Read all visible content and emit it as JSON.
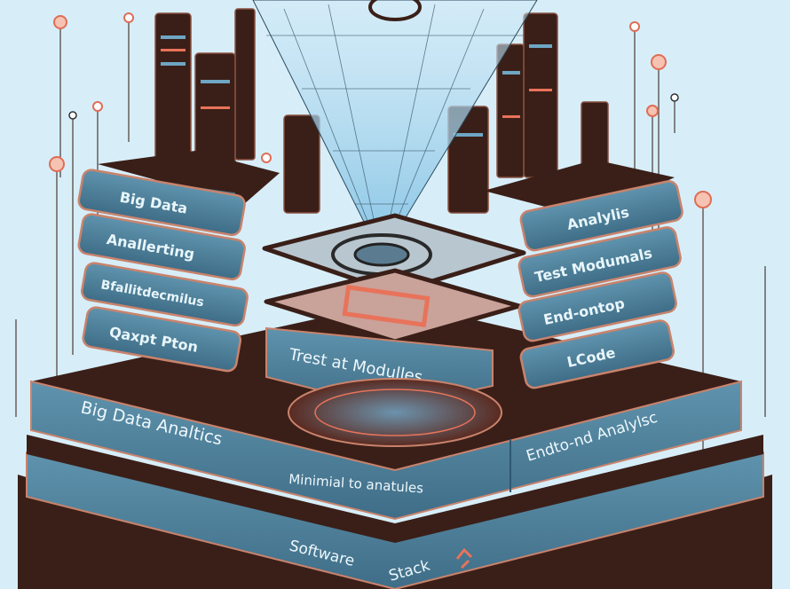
{
  "illustration": {
    "left_panels": [
      "Big Data",
      "Anallerting",
      "Bfallitdecmilus",
      "Qaxpt Pton"
    ],
    "right_panels": [
      "Analylis",
      "Test Modumals",
      "End-ontop",
      "LCode"
    ],
    "center_panel": "Trest at Modulles",
    "base_upper": {
      "left": "Big Data Analtics",
      "center": "Minimial to anatules",
      "right": "Endto-nd Analylsc"
    },
    "base_lower": {
      "left": "Software",
      "right": "Stack"
    }
  },
  "colors": {
    "background": "#d7eef9",
    "panel": "#4f7f9a",
    "dark": "#3a1f18",
    "accent": "#e8735a",
    "funnel": "#9fd0ea"
  }
}
